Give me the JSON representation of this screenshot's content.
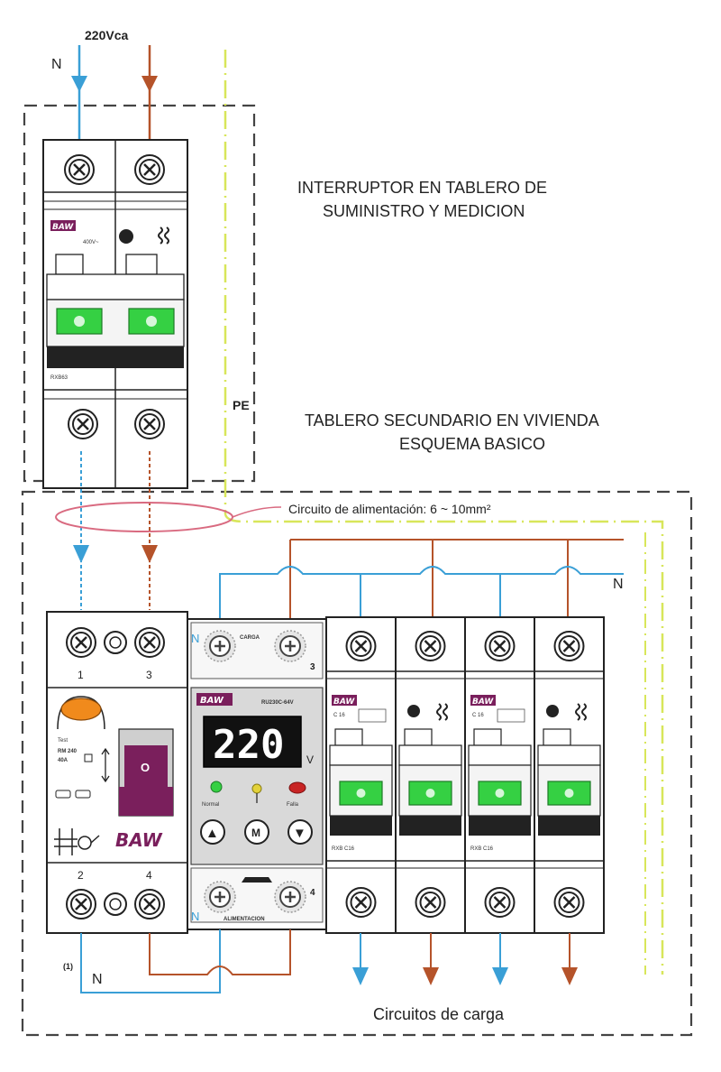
{
  "supply": {
    "voltage_label": "220Vca",
    "neutral_label": "N"
  },
  "top_panel": {
    "title_line1": "INTERRUPTOR EN TABLERO DE",
    "title_line2": "SUMINISTRO Y MEDICION",
    "pe_label": "PE",
    "breaker_model": "RXB63",
    "breaker_rating": "400V~"
  },
  "secondary_panel": {
    "title_line1": "TABLERO SECUNDARIO EN VIVIENDA",
    "title_line2": "ESQUEMA BASICO",
    "feed_label": "Circuito de alimentación: 6 ~ 10mm²",
    "neutral_label": "N",
    "load_label": "Circuitos de carga",
    "note_label": "(1)"
  },
  "rcd": {
    "terminal_top_left": "1",
    "terminal_top_right": "3",
    "terminal_bottom_left": "2",
    "terminal_bottom_right": "4",
    "model": "RM 240",
    "rating": "40A",
    "lever_label": "O",
    "test_text": "Test"
  },
  "voltage_relay": {
    "model": "RU230C-64V",
    "carga_label": "CARGA",
    "alimentacion_label": "ALIMENTACION",
    "display_value": "220",
    "unit": "V",
    "normal_label": "Normal",
    "falla_label": "Falla",
    "up_label": "▲",
    "menu_label": "M",
    "down_label": "▼",
    "n_top": "N",
    "n_bottom": "N",
    "terminal_top": "3",
    "terminal_bottom": "4"
  },
  "breakers": [
    {
      "model": "RXB C16",
      "rating": "C 16"
    },
    {
      "model": "",
      "rating": ""
    },
    {
      "model": "RXB C16",
      "rating": "C 16"
    },
    {
      "model": "",
      "rating": ""
    }
  ],
  "brand_text": "BAW",
  "colors": {
    "neutral": "#3a9fd6",
    "phase": "#b5532a",
    "earth": "#d8e65a",
    "switch_green": "#35d043",
    "rcd_lever": "#7a1f5c",
    "indicator_orange": "#f08a1c"
  }
}
